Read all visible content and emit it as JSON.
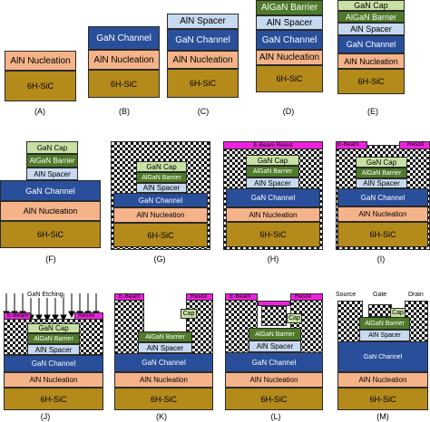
{
  "layers": {
    "sic": "6H-SiC",
    "aln": "AlN Nucleation",
    "gan": "GaN Channel",
    "spacer": "AlN Spacer",
    "barrier": "AlGaN Barrier",
    "cap": "GaN Cap",
    "gaft": "GaN Channel"
  },
  "labels": {
    "A": "(A)",
    "B": "(B)",
    "C": "(C)",
    "D": "(D)",
    "E": "(E)",
    "F": "(F)",
    "G": "(G)",
    "H": "(H)",
    "I": "(I)",
    "J": "(J)",
    "K": "(K)",
    "L": "(L)",
    "M": "(M)"
  },
  "annotations": {
    "ebeam_resist": "E-Beam Resist",
    "ebeam": "E-Beam",
    "resist": "Resist",
    "gan_etching": "GaN Etching",
    "cap": "Cap",
    "source": "Source",
    "gate": "Gate",
    "drain": "Drain",
    "m_channel": "GaN Channel"
  },
  "colors": {
    "sic": "#b48a1a",
    "aln": "#f5b38a",
    "gan": "#2a4f9a",
    "spacer": "#c6d9ef",
    "barrier": "#4f7a2a",
    "cap": "#c7e0a3",
    "resist": "#ee22dd"
  }
}
